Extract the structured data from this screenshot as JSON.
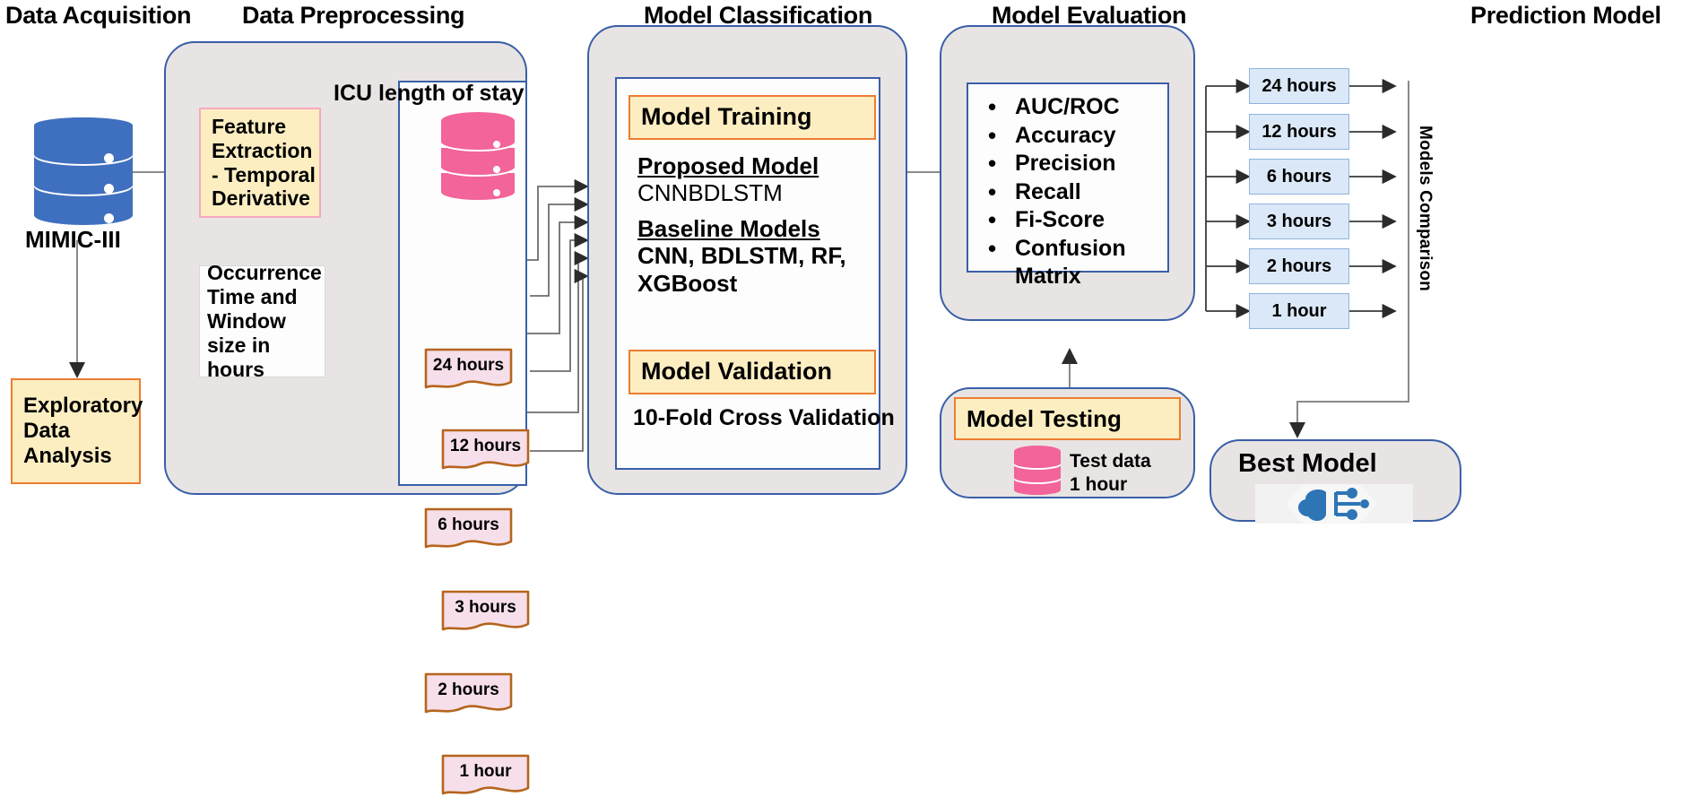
{
  "stages": [
    {
      "id": "data-acquisition",
      "title": "Data Acquisition"
    },
    {
      "id": "data-preprocessing",
      "title": "Data Preprocessing"
    },
    {
      "id": "model-classification",
      "title": "Model Classification"
    },
    {
      "id": "model-evaluation",
      "title": "Model Evaluation"
    },
    {
      "id": "prediction-model",
      "title": "Prediction Model"
    }
  ],
  "acquisition": {
    "database_label": "MIMIC-III",
    "eda_box": "Exploratory\nData\nAnalysis"
  },
  "preprocessing": {
    "feature_box": "Feature\nExtraction -\nTemporal\nDerivative",
    "occurrence_box": "Occurrence\nTime  and\nWindow\nsize in hours",
    "icu_title": "ICU length of stay",
    "windows": [
      {
        "label": "24 hours"
      },
      {
        "label": "12 hours"
      },
      {
        "label": "6 hours"
      },
      {
        "label": "3 hours"
      },
      {
        "label": "2 hours"
      },
      {
        "label": "1 hour"
      }
    ]
  },
  "classification": {
    "training_header": "Model Training",
    "proposed_label": "Proposed Model",
    "proposed_value": "CNNBDLSTM",
    "baseline_label": "Baseline Models",
    "baseline_value": "CNN,  BDLSTM, RF,\nXGBoost",
    "validation_header": "Model Validation",
    "validation_value": "10-Fold Cross Validation"
  },
  "evaluation": {
    "metrics": [
      "AUC/ROC",
      "Accuracy",
      "Precision",
      "Recall",
      "Fi-Score",
      "Confusion\nMatrix"
    ],
    "testing_header": "Model Testing",
    "testing_caption": "Test data\n1 hour"
  },
  "prediction": {
    "horizons": [
      "24 hours",
      "12 hours",
      "6 hours",
      "3 hours",
      "2 hours",
      "1 hour"
    ],
    "comparison_label": "Models Comparison",
    "best_model_label": "Best Model"
  },
  "colors": {
    "panel_fill": "#e8e4e3",
    "panel_stroke": "#3a5fa8",
    "yellow_fill": "#fdeec2",
    "orange_stroke": "#ed7d31",
    "pink_stroke": "#f5a9c0",
    "blue_db": "#3f6fbf",
    "pink_db": "#f2649a",
    "doc_fill": "#f6dfea",
    "doc_stroke": "#b5651d",
    "dashed_red": "#fb2a2a",
    "blue_box_fill": "#dbe8f7",
    "blue_box_stroke": "#8fb4dd",
    "arrow_grey": "#808080"
  }
}
